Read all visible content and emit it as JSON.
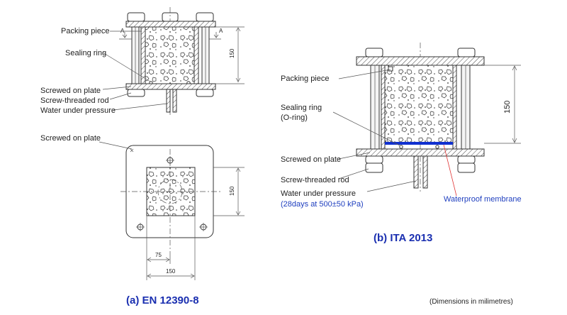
{
  "left": {
    "labels": {
      "packing_piece": "Packing piece",
      "sealing_ring": "Sealing ring",
      "screwed_on_plate": "Screwed on plate",
      "screw_threaded_rod": "Screw-threaded rod",
      "water_under_pressure": "Water under pressure",
      "screwed_on_plate_plan": "Screwed on plate"
    },
    "section_marks": [
      "A",
      "A"
    ],
    "dimensions": {
      "height": "150",
      "plan_height": "150",
      "plan_half": "75",
      "plan_width": "150"
    },
    "caption": "(a) EN 12390-8"
  },
  "right": {
    "labels": {
      "packing_piece": "Packing piece",
      "sealing_ring_1": "Sealing ring",
      "sealing_ring_2": "(O-ring)",
      "screwed_on_plate": "Screwed on plate",
      "screw_threaded_rod": "Screw-threaded rod",
      "water_under_pressure": "Water under pressure",
      "water_condition": "(28days at 500±50 kPa)",
      "waterproof_membrane": "Waterproof membrane"
    },
    "dimensions": {
      "height": "150"
    },
    "caption": "(b) ITA 2013"
  },
  "footnote": "(Dimensions in milimetres)",
  "colors": {
    "caption": "#1a2fb0",
    "membrane": "#1030d0",
    "pointer_red": "#e03030",
    "accent_blue_text": "#1f3fbf"
  }
}
